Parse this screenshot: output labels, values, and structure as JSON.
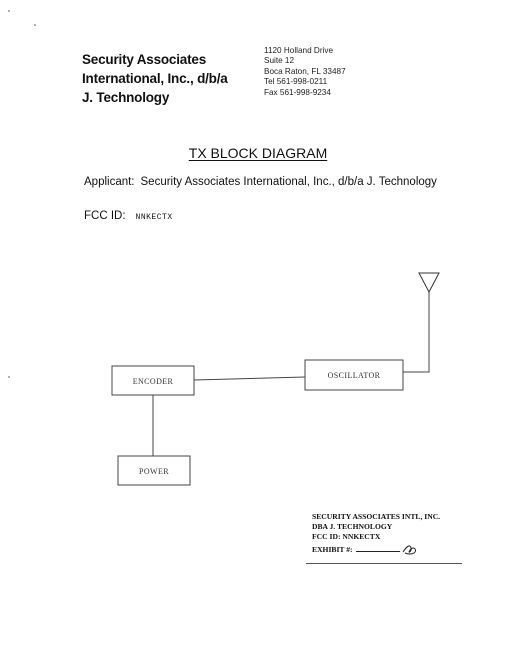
{
  "header": {
    "company_lines": [
      "Security Associates",
      "International, Inc., d/b/a",
      "J. Technology"
    ],
    "address_lines": [
      "1120 Holland Drive",
      "Suite 12",
      "Boca Raton, FL 33487",
      "Tel   561-998-0211",
      "Fax  561-998-9234"
    ]
  },
  "title": "TX BLOCK DIAGRAM",
  "applicant": {
    "label": "Applicant:",
    "value": "Security Associates International, Inc., d/b/a J. Technology"
  },
  "fcc": {
    "label": "FCC ID:",
    "value": "NNKECTX"
  },
  "diagram": {
    "blocks": {
      "encoder": "ENCODER",
      "oscillator": "OSCILLATOR",
      "power": "POWER"
    },
    "connections": [
      [
        "ENCODER",
        "OSCILLATOR"
      ],
      [
        "ENCODER",
        "POWER"
      ],
      [
        "OSCILLATOR",
        "antenna"
      ]
    ]
  },
  "stamp": {
    "lines": [
      "SECURITY ASSOCIATES INTL, INC.",
      "DBA J. TECHNOLOGY",
      "FCC ID: NNKECTX"
    ],
    "exhibit_label": "EXHIBIT #:"
  },
  "colors": {
    "ink": "#111111",
    "box_stroke": "#444444"
  }
}
